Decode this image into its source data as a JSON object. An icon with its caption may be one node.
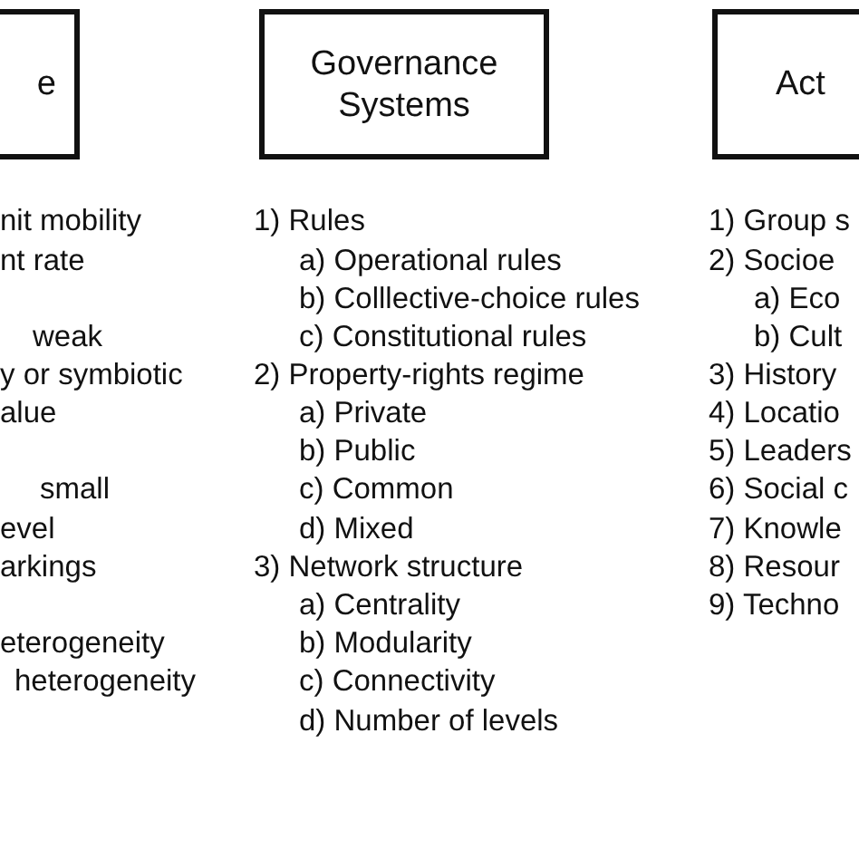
{
  "diagram": {
    "nodes": [
      {
        "text": [
          "e"
        ]
      },
      {
        "text": [
          "Governance Systems"
        ]
      },
      {
        "text": [
          "Act"
        ]
      }
    ],
    "labels": [
      "nit mobility",
      "nt rate",
      "weak",
      "y or symbiotic",
      "alue",
      "small",
      "evel",
      "arkings",
      "eterogeneity",
      "heterogeneity",
      "1) Rules",
      "a) Operational rules",
      "b) Colllective-choice rules",
      "c) Constitutional rules",
      "2) Property-rights regime",
      "a) Private",
      "b) Public",
      "c) Common",
      "d) Mixed",
      "3) Network structure",
      "a) Centrality",
      "b) Modularity",
      "c) Connectivity",
      "d) Number of levels",
      "1) Group s",
      "2) Socioe",
      "a) Eco",
      "b) Cult",
      "3) History",
      "4) Locatio",
      "5) Leaders",
      "6) Social c",
      "7) Knowle",
      "8) Resour",
      "9) Techno"
    ]
  }
}
